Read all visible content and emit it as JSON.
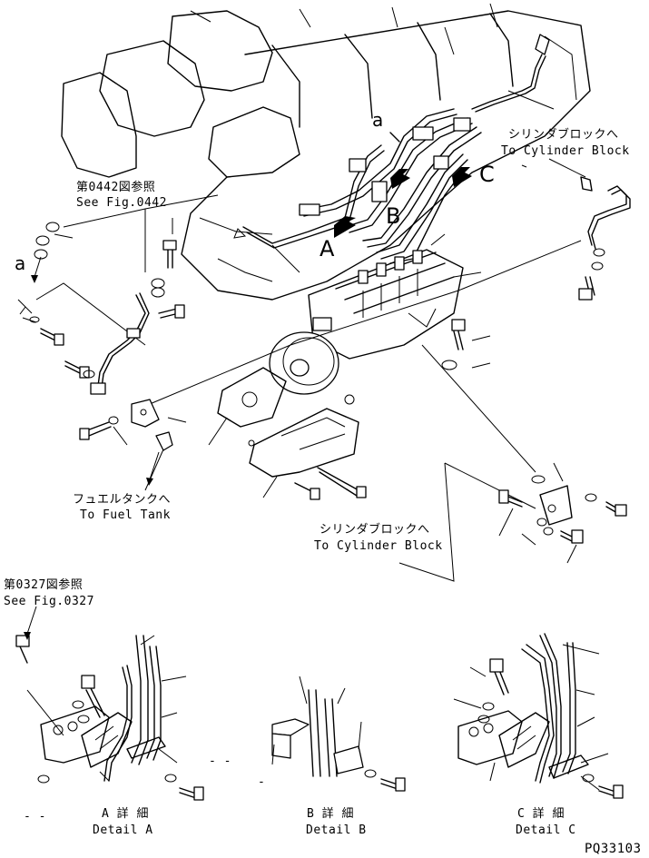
{
  "ref_fig_0442": {
    "jp": "第0442図参照",
    "en": "See Fig.0442"
  },
  "ref_fig_0327": {
    "jp": "第0327図参照",
    "en": "See Fig.0327"
  },
  "to_cylinder_block_top": {
    "jp": "シリンダブロックへ",
    "en": "To Cylinder Block"
  },
  "to_cylinder_block_mid": {
    "jp": "シリンダブロックへ",
    "en": "To Cylinder Block"
  },
  "to_fuel_tank": {
    "jp": "フュエルタンクへ",
    "en": "To Fuel Tank"
  },
  "view_letters": {
    "a_left": "a",
    "a_top": "a",
    "A": "A",
    "B": "B",
    "C": "C"
  },
  "details": {
    "a": {
      "jp": "A 詳 細",
      "en": "Detail A"
    },
    "b": {
      "jp": "B 詳 細",
      "en": "Detail B"
    },
    "c": {
      "jp": "C 詳 細",
      "en": "Detail C"
    }
  },
  "dashes": {
    "left_bottom": "- -",
    "detail_a_right": "- -",
    "detail_b_left": "-"
  },
  "page_code": "PQ33103"
}
